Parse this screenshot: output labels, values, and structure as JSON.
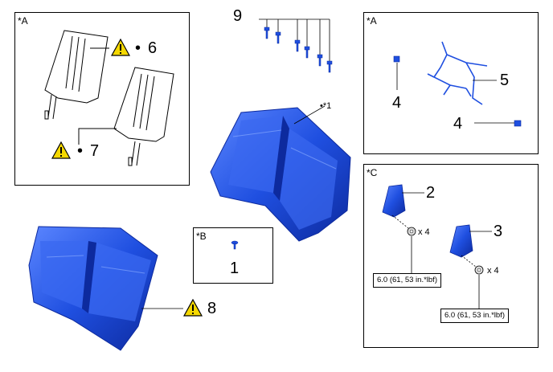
{
  "panels": {
    "top_left": {
      "label": "*A"
    },
    "top_right": {
      "label": "*A"
    },
    "bottom_right": {
      "label": "*C"
    },
    "middle_small": {
      "label": "*B"
    }
  },
  "callouts": {
    "n1": "1",
    "n2": "2",
    "n3": "3",
    "n4a": "4",
    "n4b": "4",
    "n5": "5",
    "n6": "6",
    "n7": "7",
    "n8": "8",
    "n9": "9",
    "star1": "•*1",
    "bullet6": "•",
    "bullet7": "•"
  },
  "torque_specs": {
    "spec_a": "6.0 (61, 53 in.*lbf)",
    "spec_b": "6.0 (61, 53 in.*lbf)"
  },
  "quantities": {
    "q_a": "x 4",
    "q_b": "x 4"
  },
  "colors": {
    "part_blue": "#1f4fe0",
    "part_dark": "#0d2a9e",
    "warn_yellow": "#f5d800"
  },
  "icons": [
    "caution-triangle-icon"
  ]
}
